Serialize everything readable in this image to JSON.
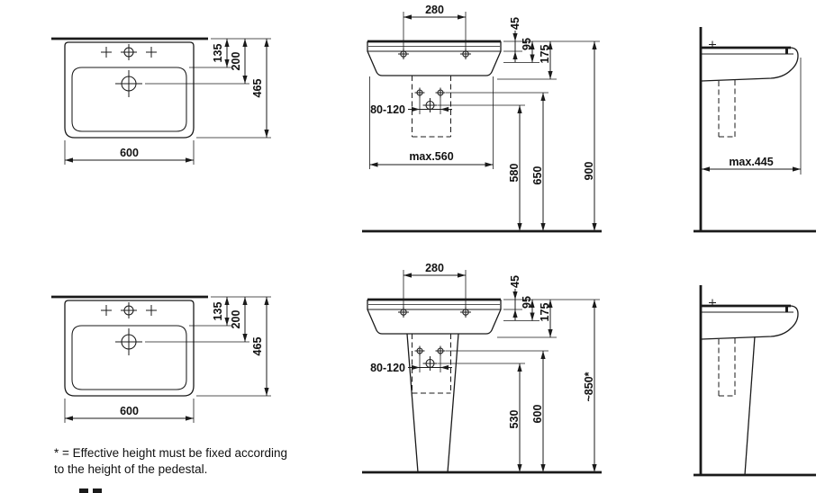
{
  "drawing": {
    "background": "#ffffff",
    "line_color": "#1a1a1a",
    "top_view": {
      "dim_wall_to_bowl": "135",
      "dim_wall_to_drain": "200",
      "depth": "465",
      "width": "600"
    },
    "front_view_wall_mounted": {
      "fixing_hole_spacing": "280",
      "dim_rim_to_holes": "45",
      "dim_95": "95",
      "dim_175": "175",
      "drain_range": "80-120",
      "max_width": "max.560",
      "trap_height": "580",
      "outlet_height": "650",
      "rim_height": "900"
    },
    "side_view_wall_mounted": {
      "max_depth": "max.445"
    },
    "front_view_pedestal": {
      "fixing_hole_spacing": "280",
      "dim_rim_to_holes": "45",
      "dim_95": "95",
      "dim_175": "175",
      "drain_range": "80-120",
      "trap_height": "530",
      "outlet_height": "600",
      "rim_height": "~850*"
    },
    "footnote": {
      "line1": "* = Effective height must be fixed according",
      "line2": "to the height of the pedestal."
    }
  }
}
